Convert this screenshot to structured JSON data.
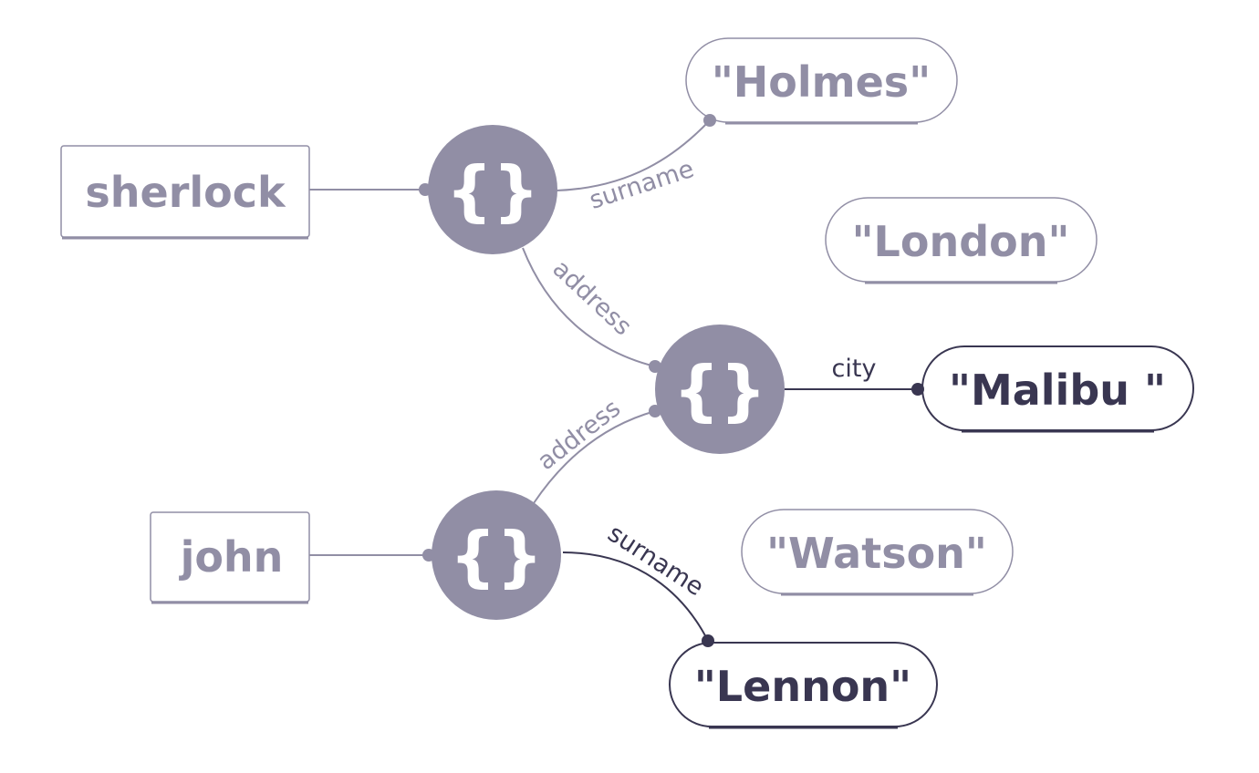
{
  "colors": {
    "muted": "#918ea5",
    "dark": "#393651",
    "node_fill": "#918ea5",
    "brace": "#ffffff",
    "background": "#ffffff"
  },
  "variables": {
    "sherlock": "sherlock",
    "john": "john"
  },
  "objects": {
    "brace_glyph": "{}"
  },
  "edges": {
    "sherlock_surname": "surname",
    "sherlock_address": "address",
    "john_address": "address",
    "address_city": "city",
    "john_surname": "surname"
  },
  "values": {
    "holmes": "\"Holmes\"",
    "london": "\"London\"",
    "malibu": "\"Malibu \"",
    "watson": "\"Watson\"",
    "lennon": "\"Lennon\""
  }
}
